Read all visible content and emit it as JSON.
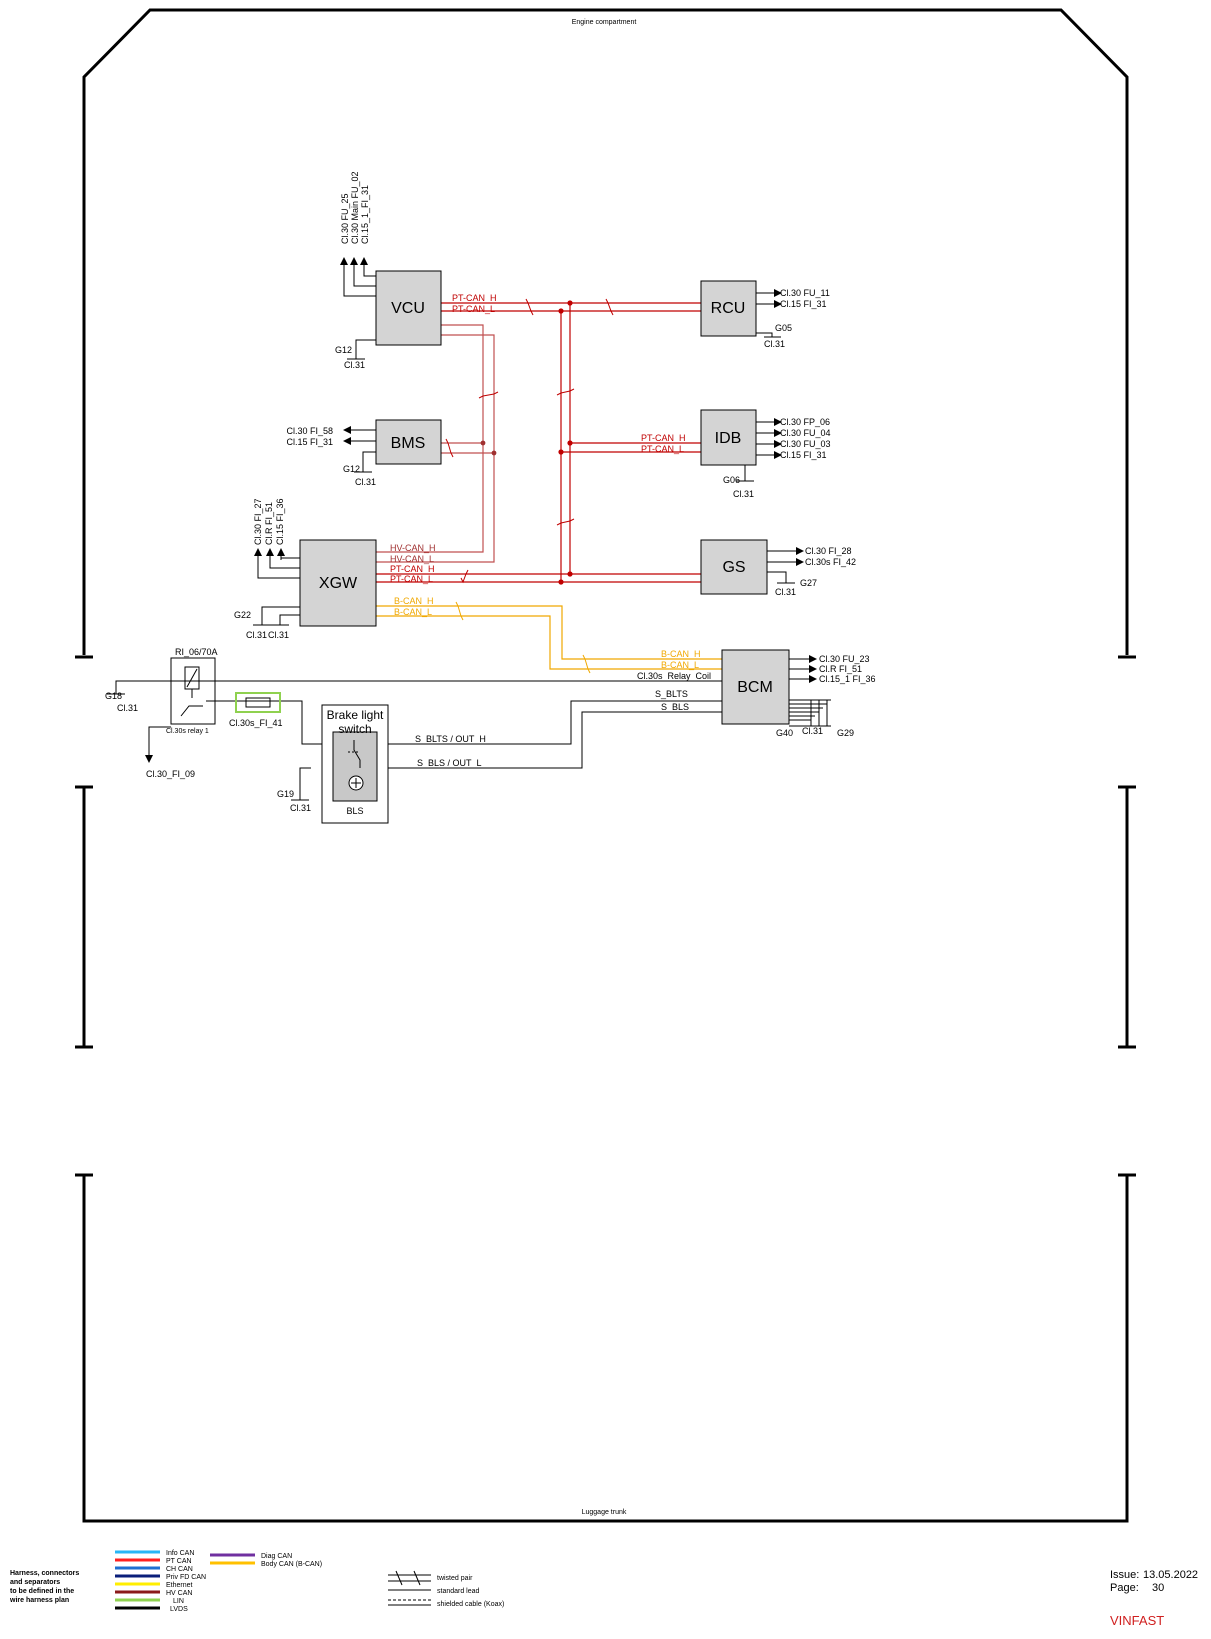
{
  "frame": {
    "top_label": "Engine compartment",
    "bottom_label": "Luggage trunk"
  },
  "modules": {
    "vcu": "VCU",
    "bms": "BMS",
    "xgw": "XGW",
    "rcu": "RCU",
    "idb": "IDB",
    "gs": "GS",
    "bcm": "BCM",
    "brake_switch_line1": "Brake light",
    "brake_switch_line2": "switch",
    "bls": "BLS"
  },
  "vcu_pins": [
    "Cl.30 FU_25",
    "Cl.30 Main FU_02",
    "Cl.15_1_FI_31"
  ],
  "vcu_ground": {
    "g": "G12",
    "cl": "Cl.31"
  },
  "bms_pins": [
    "Cl.30 FI_58",
    "Cl.15 FI_31"
  ],
  "bms_ground": {
    "g": "G12",
    "cl": "Cl.31"
  },
  "xgw_pins": [
    "Cl.30 FI_27",
    "Cl.R FI_51",
    "Cl.15 FI_36"
  ],
  "xgw_ground": {
    "g": "G22",
    "cl1": "Cl.31",
    "cl2": "Cl.31"
  },
  "rcu_pins": [
    "Cl.30 FU_11",
    "Cl.15 FI_31"
  ],
  "rcu_ground": {
    "g": "G05",
    "cl": "Cl.31"
  },
  "idb_pins": [
    "Cl.30 FP_06",
    "Cl.30 FU_04",
    "Cl.30 FU_03",
    "Cl.15 FI_31"
  ],
  "idb_ground": {
    "g": "G06",
    "cl": "Cl.31"
  },
  "gs_pins": [
    "Cl.30 FI_28",
    "Cl.30s FI_42"
  ],
  "gs_ground": {
    "g": "G27",
    "cl": "Cl.31"
  },
  "bcm_pins": [
    "Cl.30 FU_23",
    "Cl.R FI_51",
    "Cl.15_1 FI_36"
  ],
  "bcm_ground": {
    "g1": "G40",
    "cl": "Cl.31",
    "g2": "G29"
  },
  "signals": {
    "pt_can_h": "PT-CAN_H",
    "pt_can_l": "PT-CAN_L",
    "hv_can_h": "HV-CAN_H",
    "hv_can_l": "HV-CAN_L",
    "b_can_h": "B-CAN_H",
    "b_can_l": "B-CAN_L",
    "relay_coil": "Cl.30s_Relay_Coil",
    "s_blts": "S_BLTS",
    "s_bls": "S_BLS",
    "s_blts_out": "S_BLTS / OUT_H",
    "s_bls_out": "S_BLS / OUT_L"
  },
  "relay": {
    "name": "RI_06/70A",
    "sub": "Cl.30s relay 1",
    "ground_g": "G18",
    "ground_cl": "Cl.31",
    "out": "Cl.30_FI_09"
  },
  "fuse": {
    "name": "Cl.30s_FI_41"
  },
  "brake_ground": {
    "g": "G19",
    "cl": "Cl.31"
  },
  "legend": {
    "note": [
      "Harness, connectors",
      "and separators",
      "to be defined in the",
      "wire harness plan"
    ],
    "buses": [
      {
        "name": "Info CAN",
        "color": "#29b6f6"
      },
      {
        "name": "PT CAN",
        "color": "#ff2020"
      },
      {
        "name": "CH CAN",
        "color": "#1f6fd1"
      },
      {
        "name": "Priv FD CAN",
        "color": "#0a1e7a"
      },
      {
        "name": "Ethernet",
        "color": "#ffee00"
      },
      {
        "name": "HV CAN",
        "color": "#8b1a1a"
      },
      {
        "name": "LIN",
        "color": "#8fd14f"
      },
      {
        "name": "LVDS",
        "color": "#000000"
      },
      {
        "name": "Diag CAN",
        "color": "#7030a0"
      },
      {
        "name": "Body CAN (B-CAN)",
        "color": "#ffc000"
      }
    ],
    "line_types": [
      "twisted pair",
      "standard lead",
      "shielded cable (Koax)"
    ]
  },
  "footer": {
    "issue_label": "Issue:",
    "issue_value": "13.05.2022",
    "page_label": "Page:",
    "page_value": "30",
    "brand": "VINFAST"
  },
  "colors": {
    "pt_can": "#c00000",
    "hv_can": "#c05050",
    "b_can": "#f0a800",
    "module_fill": "#d4d4d4"
  }
}
